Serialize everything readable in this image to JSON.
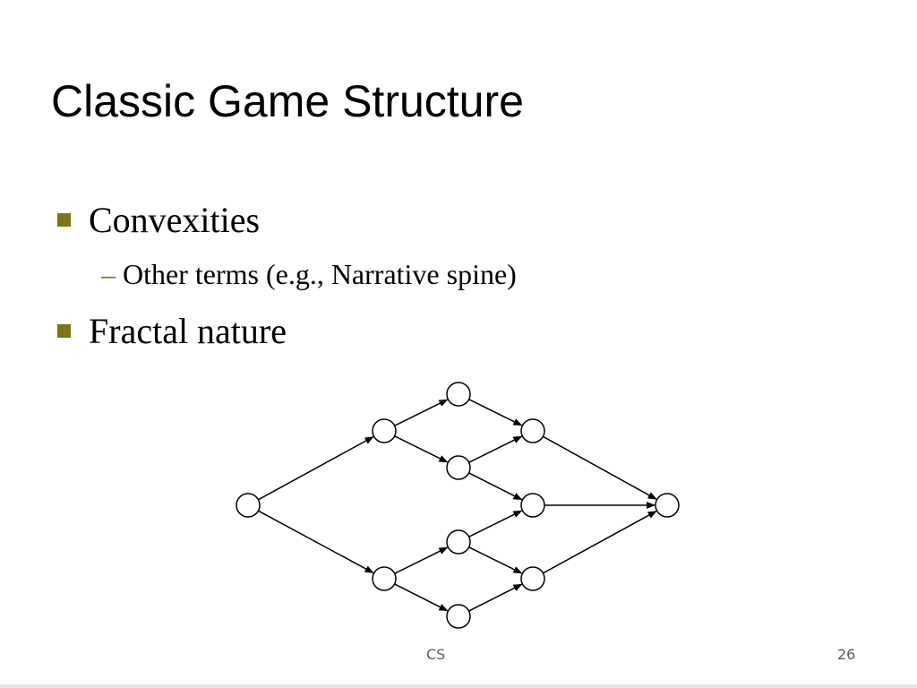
{
  "slide": {
    "title": "Classic Game Structure",
    "bullets": [
      {
        "level": 1,
        "text": "Convexities"
      },
      {
        "level": 2,
        "marker": "–",
        "text": "Other terms (e.g., Narrative spine)"
      },
      {
        "level": 1,
        "text": "Fractal nature"
      }
    ],
    "footer": {
      "center": "CS",
      "page_number": "26"
    },
    "colors": {
      "bullet_marker": "#7d7416",
      "text": "#000000",
      "footer_text": "#5a5a66"
    }
  }
}
